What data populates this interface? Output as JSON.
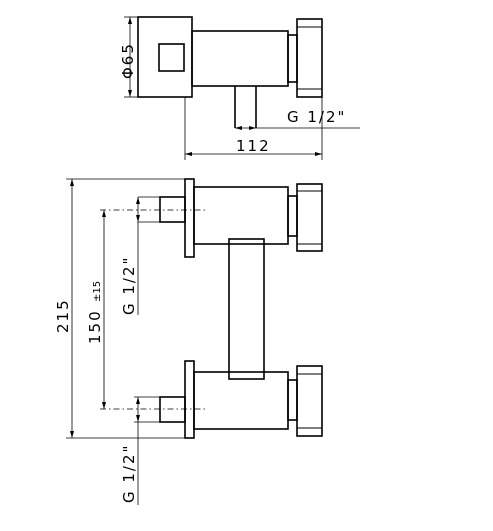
{
  "dimensions": {
    "diameter": "Φ65",
    "thread_top": "G  1/2\"",
    "depth": "112",
    "height": "215",
    "spacing": "150",
    "spacing_tol": "±15",
    "thread_left": "G  1/2\"",
    "thread_bottom": "G  1/2\""
  }
}
